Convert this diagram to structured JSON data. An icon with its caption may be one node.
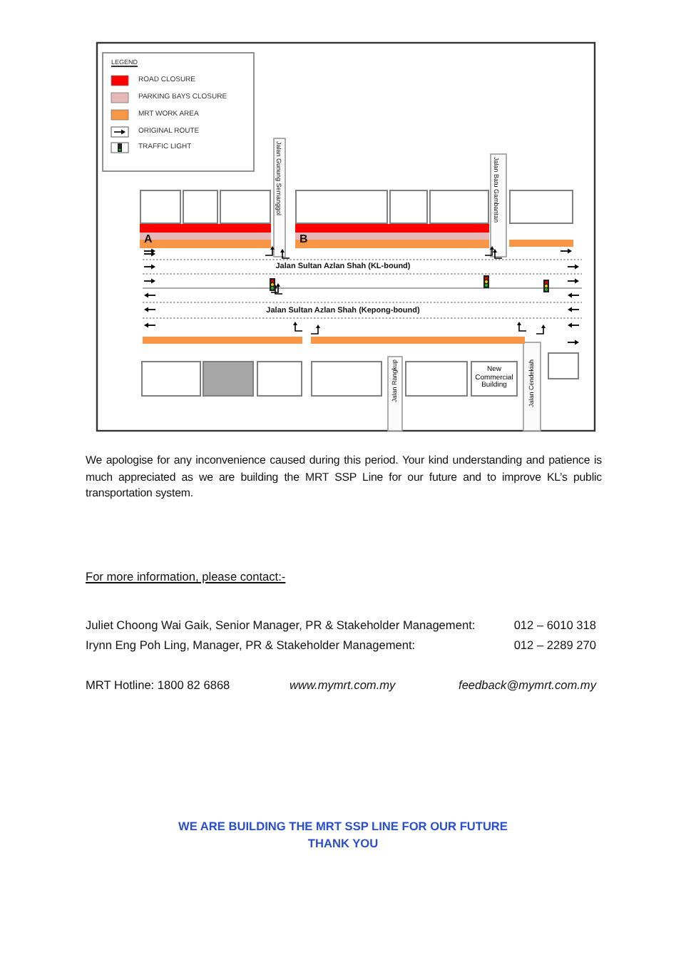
{
  "diagram": {
    "nodes": [
      {
        "text": [],
        "shape": "box"
      },
      {
        "text": [],
        "shape": "box"
      },
      {
        "text": [],
        "shape": "box"
      },
      {
        "text": [],
        "shape": "box"
      },
      {
        "text": [],
        "shape": "box"
      },
      {
        "text": [],
        "shape": "box"
      },
      {
        "text": [],
        "shape": "box"
      },
      {
        "text": [],
        "shape": "box"
      },
      {
        "text": [],
        "shape": "box"
      },
      {
        "text": [],
        "shape": "box"
      },
      {
        "text": [],
        "shape": "box"
      },
      {
        "text": [],
        "shape": "box"
      },
      {
        "text": [
          "New Commercial Building"
        ]
      },
      {
        "text": [],
        "shape": "box"
      }
    ],
    "labels": [
      "LEGEND",
      "Jalan Gunung Semanggol",
      "Jalan Batu Gambantan",
      "A",
      "B",
      "Jalan Sultan Azlan Shah (KL-bound)",
      "Jalan Sultan Azlan Shah (Kepong-bound)",
      "Jalan Rangkup",
      "Jalan Cendekiah",
      "We apologise for any inconvenience caused during this period. Your kind understanding and patience is much appreciated as we are building the MRT SSP Line for our future and to improve KL’s public transportation system.",
      "For more information, please contact:-",
      "Juliet Choong Wai Gaik, Senior Manager, PR & Stakeholder Management:",
      "012 – 6010 318",
      "Irynn Eng Poh Ling, Manager, PR & Stakeholder Management:",
      "012 – 2289 270",
      "MRT Hotline: 1800 82 6868",
      "www.mymrt.com.my",
      "feedback@mymrt.com.my",
      "WE ARE BUILDING THE MRT SSP LINE FOR OUR FUTURE",
      "THANK YOU"
    ],
    "legend": [
      {
        "text": "ROAD CLOSURE",
        "color": "#ff0000"
      },
      {
        "text": "PARKING BAYS CLOSURE",
        "color": "#e6b8b7"
      },
      {
        "text": "MRT WORK AREA",
        "color": "#f79646"
      },
      {
        "text": "ORIGINAL ROUTE"
      },
      {
        "text": "TRAFFIC LIGHT"
      }
    ]
  }
}
